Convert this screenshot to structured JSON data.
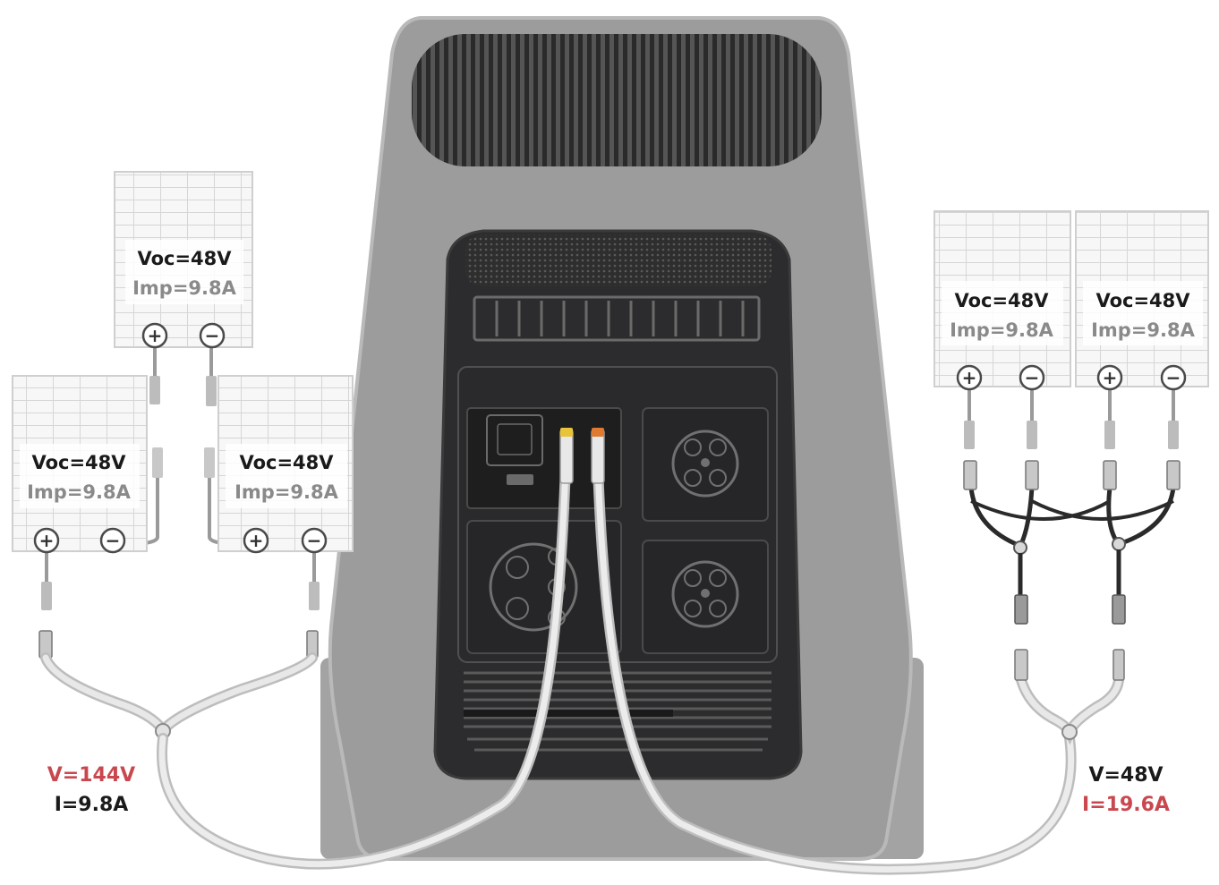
{
  "panel_left_top": {
    "voc": "Voc=48V",
    "imp": "Imp=9.8A",
    "plus": "+",
    "minus": "−"
  },
  "panel_left_bottom": {
    "voc": "Voc=48V",
    "imp": "Imp=9.8A",
    "plus": "+",
    "minus": "−"
  },
  "panel_left_middle": {
    "voc": "Voc=48V",
    "imp": "Imp=9.8A",
    "plus": "+",
    "minus": "−"
  },
  "panel_right_a": {
    "voc": "Voc=48V",
    "imp": "Imp=9.8A",
    "plus": "+",
    "minus": "−"
  },
  "panel_right_b": {
    "voc": "Voc=48V",
    "imp": "Imp=9.8A",
    "plus": "+",
    "minus": "−"
  },
  "series_result": {
    "voltage": "V=144V",
    "current": "I=9.8A"
  },
  "parallel_result": {
    "voltage": "V=48V",
    "current": "I=19.6A"
  },
  "colors": {
    "unit_body": "#9a9a9a",
    "unit_edge": "#b4b4b4",
    "panel_face": "#2c2c2e",
    "highlight_red": "#c9484f",
    "text_dark": "#1a1a1a",
    "text_grey": "#8a8a8a",
    "cable_light": "#e2e2e2",
    "cable_dark": "#2a2a2a",
    "plug_yellow": "#e8c43a",
    "plug_orange": "#e07a30"
  }
}
